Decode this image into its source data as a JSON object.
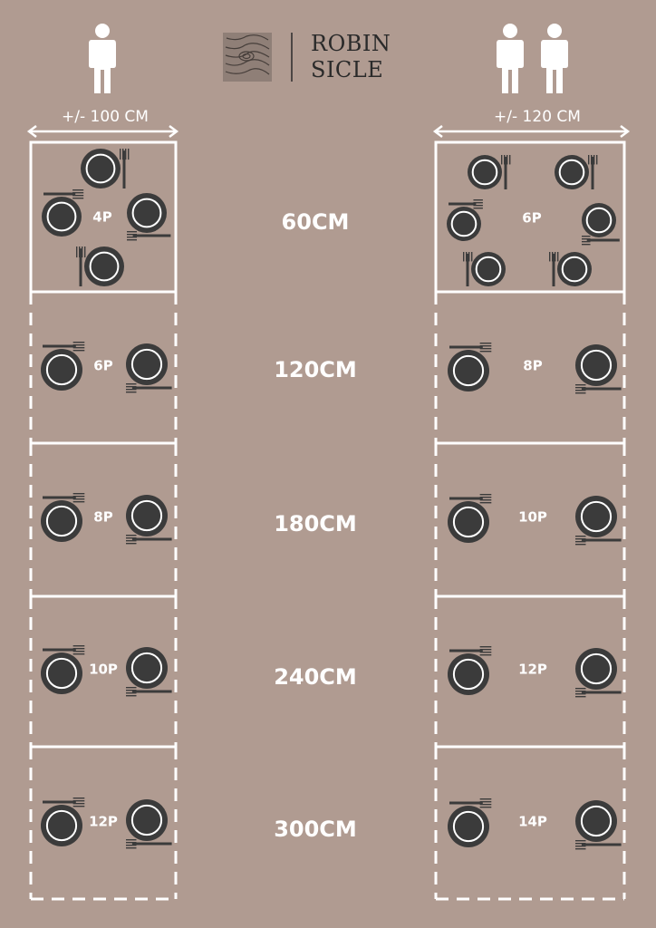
{
  "brand": {
    "line1": "ROBIN",
    "line2": "SICLE"
  },
  "columns": {
    "single": {
      "width_label": "+/- 100 CM",
      "persons": 1,
      "capacities": [
        "4P",
        "6P",
        "8P",
        "10P",
        "12P"
      ]
    },
    "double": {
      "width_label": "+/- 120 CM",
      "persons": 2,
      "capacities": [
        "6P",
        "8P",
        "10P",
        "12P",
        "14P"
      ]
    }
  },
  "lengths": [
    "60CM",
    "120CM",
    "180CM",
    "240CM",
    "300CM"
  ],
  "colors": {
    "background": "#b09b91",
    "line": "#ffffff",
    "plate": "#3b3b3b",
    "brand_text": "#2a2a2a"
  },
  "icons": {
    "person": "person-silhouette-icon",
    "plate": "plate-icon",
    "fork": "fork-icon",
    "knife": "knife-icon",
    "logo": "wood-grain-logo-icon"
  }
}
